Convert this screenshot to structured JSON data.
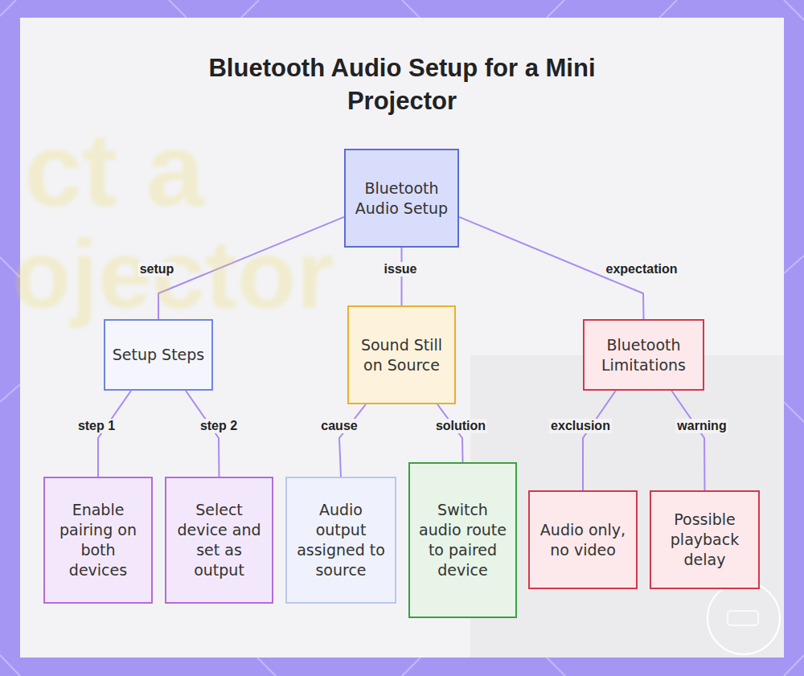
{
  "diagram": {
    "title": "Bluetooth Audio Setup for a Mini Projector",
    "nodes": [
      {
        "text": [
          "Bluetooth Audio Setup"
        ]
      },
      {
        "text": [
          "Setup Steps"
        ]
      },
      {
        "text": [
          "Sound Still on Source"
        ]
      },
      {
        "text": [
          "Bluetooth Limitations"
        ]
      },
      {
        "text": [
          "Enable pairing on both devices"
        ]
      },
      {
        "text": [
          "Select device and set as output"
        ]
      },
      {
        "text": [
          "Audio output assigned to source"
        ]
      },
      {
        "text": [
          "Switch audio route to paired device"
        ]
      },
      {
        "text": [
          "Audio only, no video"
        ]
      },
      {
        "text": [
          "Possible playback delay"
        ]
      }
    ],
    "edges": [
      {
        "from": 0,
        "to": 1,
        "label": "setup",
        "arrow": "none"
      },
      {
        "from": 0,
        "to": 2,
        "label": "issue",
        "arrow": "none"
      },
      {
        "from": 0,
        "to": 3,
        "label": "expectation",
        "arrow": "none"
      },
      {
        "from": 1,
        "to": 4,
        "label": "step 1",
        "arrow": "none"
      },
      {
        "from": 1,
        "to": 5,
        "label": "step 2",
        "arrow": "none"
      },
      {
        "from": 2,
        "to": 6,
        "label": "cause",
        "arrow": "none"
      },
      {
        "from": 2,
        "to": 7,
        "label": "solution",
        "arrow": "none"
      },
      {
        "from": 3,
        "to": 8,
        "label": "exclusion",
        "arrow": "none"
      },
      {
        "from": 3,
        "to": 9,
        "label": "warning",
        "arrow": "none"
      }
    ],
    "labels": [
      "ct a",
      "ojector"
    ]
  }
}
